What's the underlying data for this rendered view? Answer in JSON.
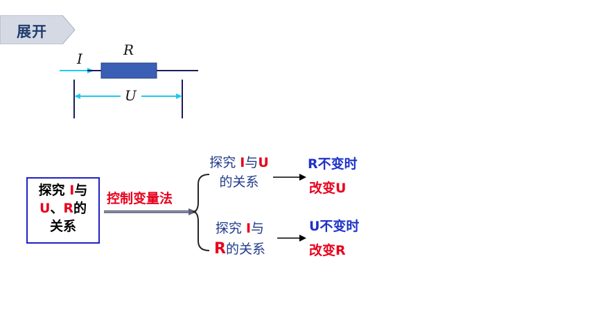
{
  "expand_button": {
    "label": "展开"
  },
  "circuit": {
    "current_label": "I",
    "resistor_label": "R",
    "voltage_label": "U"
  },
  "topic_box": {
    "l1_a": "探究 ",
    "l1_b": "I",
    "l1_c": "与",
    "l2_a": "U",
    "l2_b": "、",
    "l2_c": "R",
    "l2_d": "的",
    "l3": "关系"
  },
  "method_label": "控制变量法",
  "branch1": {
    "a": "探究 ",
    "b": "I",
    "c": "与",
    "d": "U",
    "e": "的关系"
  },
  "branch2": {
    "a": "探究 ",
    "b": "I",
    "c": "与",
    "d": "R",
    "e": "的关系"
  },
  "result1": {
    "line1": "R不变时",
    "line2": "改变U"
  },
  "result2": {
    "line1": "U不变时",
    "line2": "改变R"
  },
  "colors": {
    "red": "#e8001c",
    "blue": "#1e32c8",
    "resistor": "#3a5fb5",
    "arrow_cyan": "#1ec8f0"
  }
}
